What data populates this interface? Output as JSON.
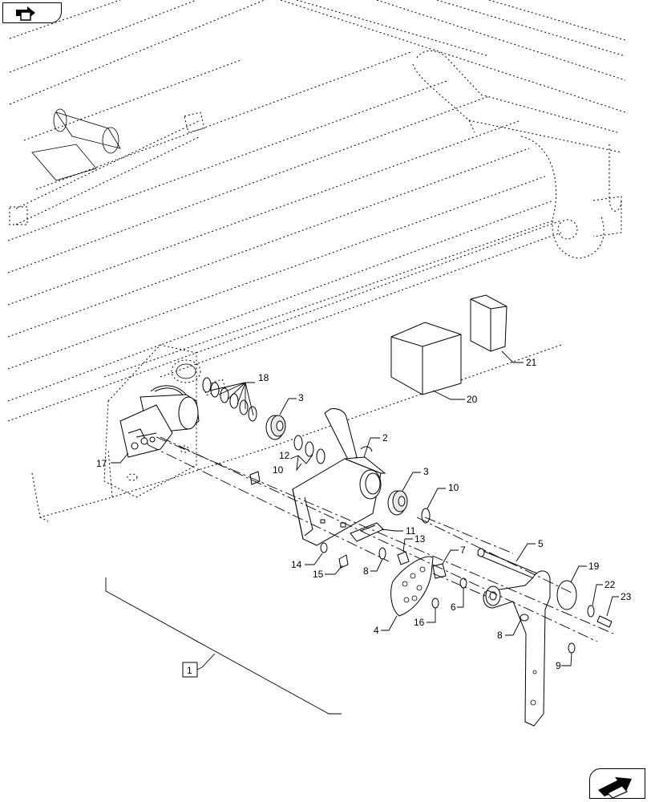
{
  "diagram": {
    "callouts": {
      "c1": "1",
      "c2": "2",
      "c3a": "3",
      "c3b": "3",
      "c4": "4",
      "c5": "5",
      "c6": "6",
      "c7": "7",
      "c8a": "8",
      "c8b": "8",
      "c9": "9",
      "c10a": "10",
      "c10b": "10",
      "c11": "11",
      "c12": "12",
      "c13": "13",
      "c14": "14",
      "c15": "15",
      "c16": "16",
      "c17": "17",
      "c18": "18",
      "c19": "19",
      "c20": "20",
      "c21": "21",
      "c22": "22",
      "c23": "23"
    }
  },
  "navigation": {
    "prev_icon": "back-arrow-icon",
    "next_icon": "next-page-arrow-icon"
  },
  "colors": {
    "line": "#000000",
    "background": "#ffffff",
    "fill_light": "#e6e6e6"
  }
}
